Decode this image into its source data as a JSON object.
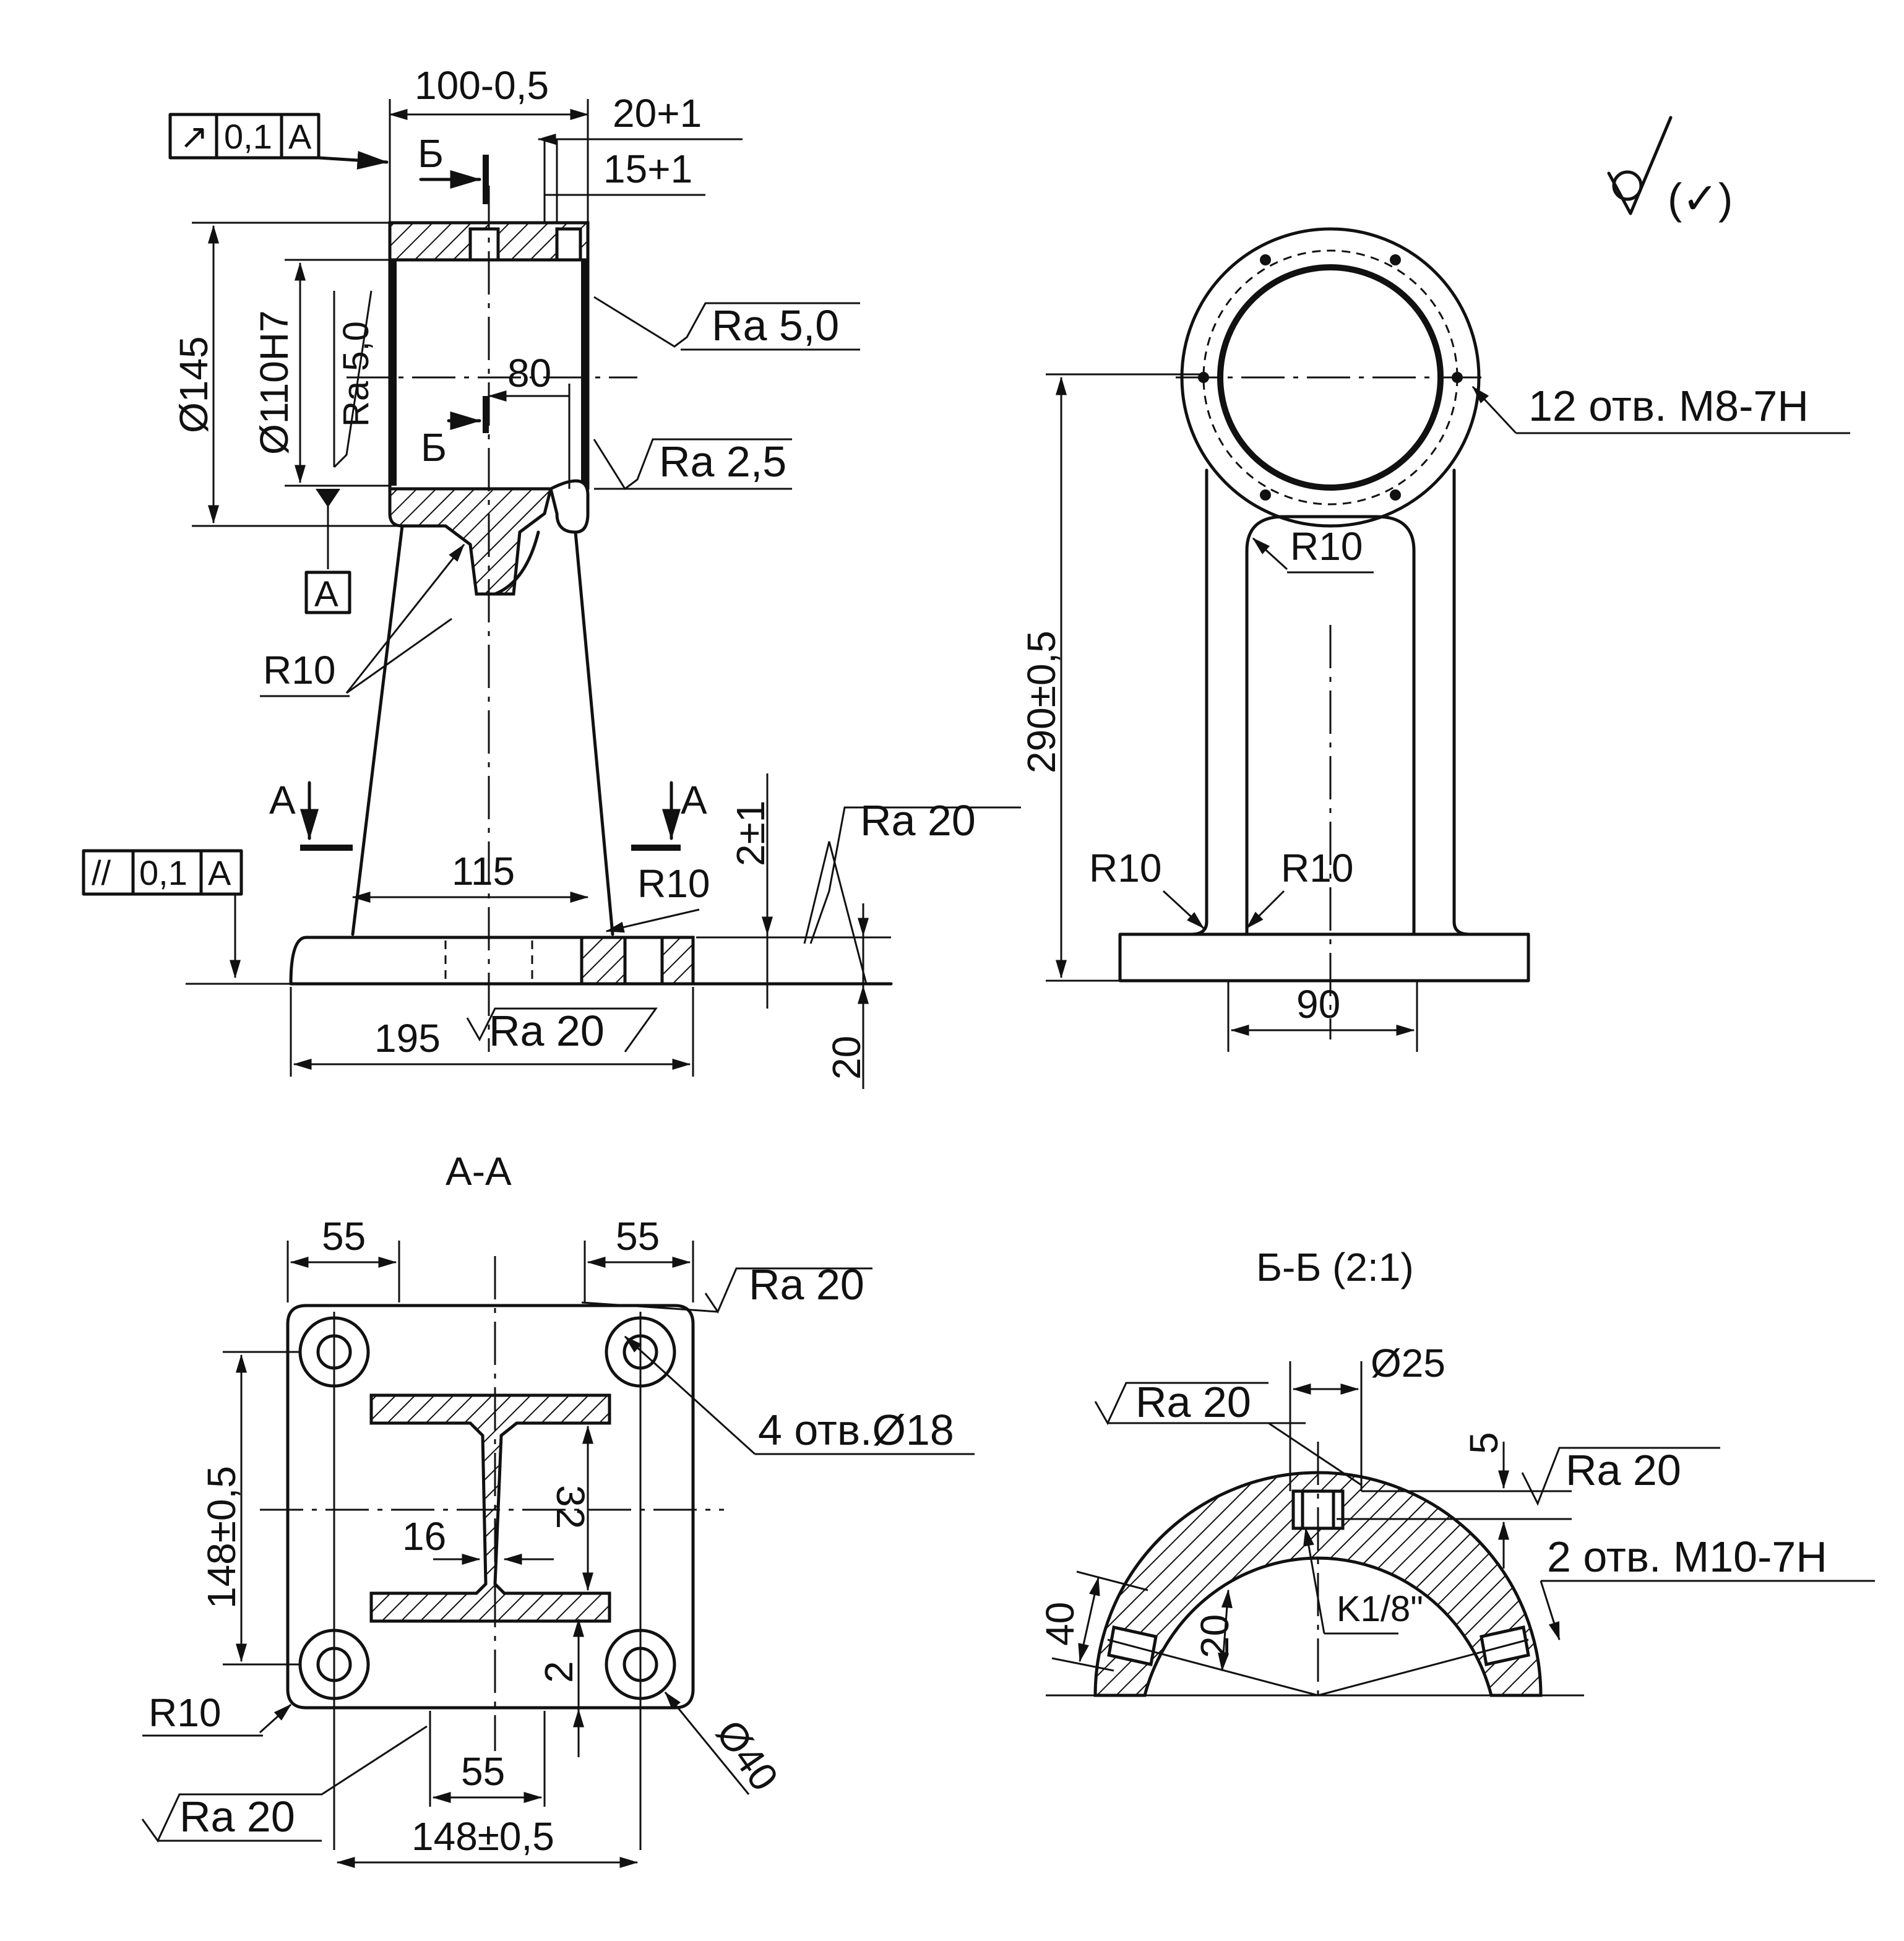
{
  "front_view": {
    "dim_width_top": "100-0,5",
    "dim_20": "20+1",
    "dim_15": "15+1",
    "dim_d145": "Ø145",
    "dim_d110": "Ø110H7",
    "ra_bore": "Ra 5,0",
    "ra_outer": "Ra 5,0",
    "dim_80": "80",
    "ra_25": "Ra 2,5",
    "runout_symbol": "↗",
    "runout_value": "0,1",
    "runout_datum": "A",
    "datum_label": "A",
    "section_b_top": "Б",
    "section_b_bottom": "Б",
    "r10_left": "R10",
    "r10_base": "R10",
    "section_a_left": "A",
    "section_a_right": "A",
    "dim_115": "115",
    "dim_2": "2±1",
    "ra_base_side": "Ra 20",
    "parallel_symbol": "//",
    "parallel_value": "0,1",
    "parallel_datum": "A",
    "dim_195": "195",
    "ra_base_bottom": "Ra 20",
    "dim_20_height": "20"
  },
  "side_view": {
    "general_roughness": "(✓)",
    "holes_m8": "12 отв. M8-7H",
    "r10_top": "R10",
    "dim_290": "290±0,5",
    "r10_left": "R10",
    "r10_right": "R10",
    "dim_90": "90"
  },
  "section_aa": {
    "title": "A-A",
    "dim_55_left": "55",
    "dim_55_right": "55",
    "ra_top": "Ra 20",
    "holes_d18": "4 отв.Ø18",
    "dim_148_vert": "148±0,5",
    "dim_32": "32",
    "dim_16": "16",
    "dim_2": "2",
    "r10": "R10",
    "d40": "Ø40",
    "dim_55_bottom": "55",
    "ra_bottom": "Ra 20",
    "dim_148_horiz": "148±0,5"
  },
  "section_bb": {
    "title": "Б-Б (2:1)",
    "d25": "Ø25",
    "ra_left": "Ra 20",
    "dim_5": "5",
    "ra_right": "Ra 20",
    "holes_m10": "2 отв. M10-7H",
    "thread_k": "K1/8\"",
    "dim_40": "40",
    "dim_20": "20"
  }
}
